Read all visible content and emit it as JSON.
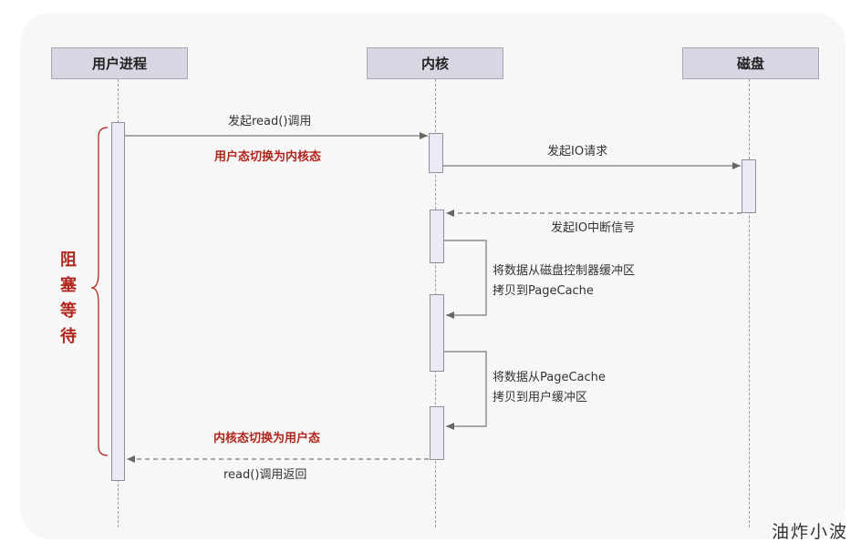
{
  "actors": {
    "user": "用户进程",
    "kernel": "内核",
    "disk": "磁盘"
  },
  "messages": {
    "read_call": "发起read()调用",
    "user_to_kernel": "用户态切换为内核态",
    "io_request": "发起IO请求",
    "io_interrupt": "发起IO中断信号",
    "copy_disk_line1": "将数据从磁盘控制器缓冲区",
    "copy_disk_line2": "拷贝到PageCache",
    "copy_page_line1": "将数据从PageCache",
    "copy_page_line2": "拷贝到用户缓冲区",
    "kernel_to_user": "内核态切换为用户态",
    "read_return": "read()调用返回"
  },
  "block_label": [
    "阻",
    "塞",
    "等",
    "待"
  ],
  "watermark": "油炸小波",
  "colors": {
    "actor_fill": "#d9d6e4",
    "activation_fill": "#ece9f4",
    "accent_red": "#b0251c",
    "background": "#f7f7f7"
  }
}
